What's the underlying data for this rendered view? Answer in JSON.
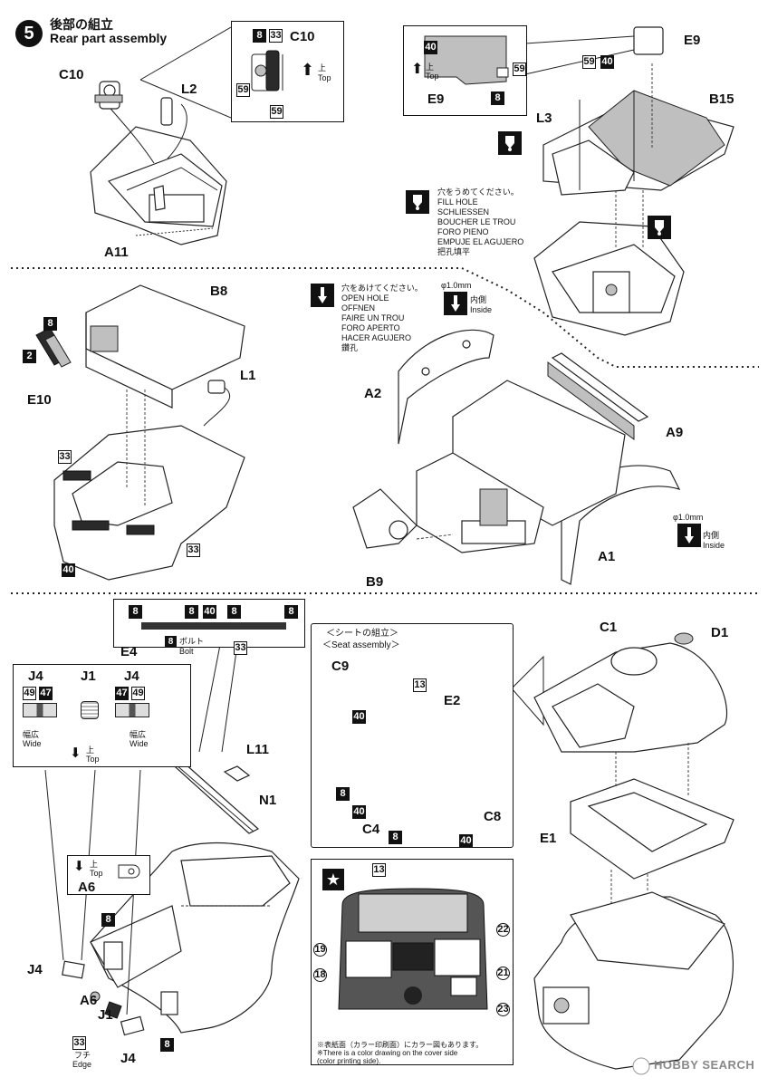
{
  "step": {
    "number": "5",
    "title_jp": "後部の組立",
    "title_en": "Rear part assembly"
  },
  "labels": {
    "c10": "C10",
    "l2": "L2",
    "a11": "A11",
    "e9": "E9",
    "b15": "B15",
    "l3": "L3",
    "b8": "B8",
    "l1": "L1",
    "e10": "E10",
    "a2": "A2",
    "a9": "A9",
    "a1": "A1",
    "b9": "B9",
    "e4": "E4",
    "c1": "C1",
    "d1": "D1",
    "j4": "J4",
    "j1": "J1",
    "l11": "L11",
    "n1": "N1",
    "a6": "A6",
    "e1": "E1",
    "c9": "C9",
    "e2": "E2",
    "c4": "C4",
    "c8": "C8"
  },
  "inset_c10": {
    "title": "C10",
    "top_jp": "上",
    "top_en": "Top",
    "numbers": [
      "8",
      "33",
      "59",
      "59"
    ]
  },
  "inset_e9": {
    "title": "E9",
    "top_jp": "上",
    "top_en": "Top",
    "numbers": [
      "40",
      "59",
      "8"
    ]
  },
  "fill_hole": {
    "lines": [
      "穴をうめてください。",
      "FILL HOLE",
      "SCHLIESSEN",
      "BOUCHER LE TROU",
      "FORO PIENO",
      "EMPUJE EL AGUJERO",
      "把孔填平"
    ]
  },
  "open_hole": {
    "lines": [
      "穴をあけてください。",
      "OPEN HOLE",
      "OFFNEN",
      "FAIRE UN TROU",
      "FORO APERTO",
      "HACER AGUJERO",
      "鑽孔"
    ]
  },
  "drill_a2": {
    "size": "φ1.0mm",
    "inside_jp": "内側",
    "inside_en": "Inside"
  },
  "drill_a1": {
    "size": "φ1.0mm",
    "inside_jp": "内側",
    "inside_en": "Inside"
  },
  "e4_inset": {
    "numbers": [
      "8",
      "8",
      "40",
      "8",
      "8"
    ],
    "bolt_jp": "ボルト",
    "bolt_en": "Bolt",
    "bolt_num": "8",
    "paint": "33",
    "label": "E4"
  },
  "j_inset": {
    "j4_left_nums": [
      "49",
      "47"
    ],
    "j4_right_nums": [
      "47",
      "49"
    ],
    "wide_jp": "幅広",
    "wide_en": "Wide",
    "top_jp": "上",
    "top_en": "Top"
  },
  "seat": {
    "title_jp": "＜シートの組立＞",
    "title_en": "＜Seat assembly＞",
    "numbers": [
      "13",
      "40",
      "8",
      "40",
      "8",
      "40"
    ]
  },
  "a6_box": {
    "top_jp": "上",
    "top_en": "Top",
    "label": "A6"
  },
  "edge": {
    "num": "33",
    "jp": "フチ",
    "en": "Edge"
  },
  "decal": {
    "numbers": [
      "13",
      "22",
      "19",
      "18",
      "21",
      "23"
    ],
    "note_jp": "※表紙面（カラー印刷面）にカラー図もあります。",
    "note_en1": "※There is a color drawing on the cover side",
    "note_en2": "(color printing side)."
  },
  "paint_badges": [
    "8",
    "2",
    "33",
    "33",
    "40",
    "8",
    "33",
    "8",
    "40",
    "8",
    "40",
    "8",
    "59",
    "40"
  ],
  "watermark": "HOBBY SEARCH",
  "colors": {
    "ink": "#111111",
    "grey": "#bfbfbf",
    "paper": "#ffffff"
  }
}
